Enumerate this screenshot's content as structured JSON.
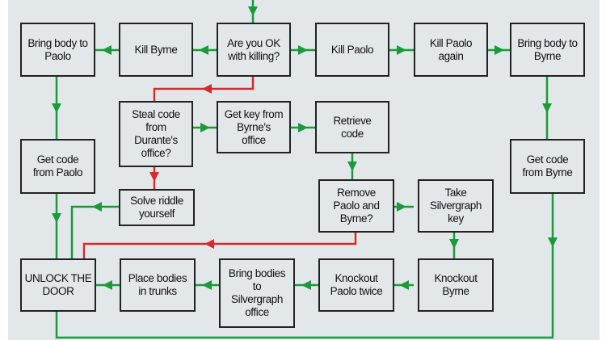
{
  "colors": {
    "main_path": "#1a9a3a",
    "alternate_path": "#d52a2e",
    "background": "#e2e8e9",
    "box_border": "#222222"
  },
  "nodes": {
    "bring_body_paolo": "Bring body to\nPaolo",
    "kill_byrne": "Kill Byrne",
    "ok_killing": "Are you OK\nwith killing?",
    "kill_paolo": "Kill Paolo",
    "kill_paolo_again": "Kill Paolo\nagain",
    "bring_body_byrne": "Bring body to\nByrne",
    "steal_code": "Steal code\nfrom\nDurante's\noffice?",
    "get_key": "Get key from\nByrne's\noffice",
    "retrieve_code": "Retrieve\ncode",
    "get_code_paolo": "Get code\nfrom Paolo",
    "get_code_byrne": "Get code\nfrom Byrne",
    "solve_riddle": "Solve riddle\nyourself",
    "remove_paolo_byrne": "Remove\nPaolo and\nByrne?",
    "take_key": "Take\nSilvergraph\nkey",
    "unlock": "UNLOCK THE\nDOOR",
    "place_bodies": "Place bodies\nin trunks",
    "bring_bodies": "Bring bodies\nto\nSilvergraph\noffice",
    "knockout_paolo": "Knockout\nPaolo twice",
    "knockout_byrne": "Knockout\nByrne"
  }
}
